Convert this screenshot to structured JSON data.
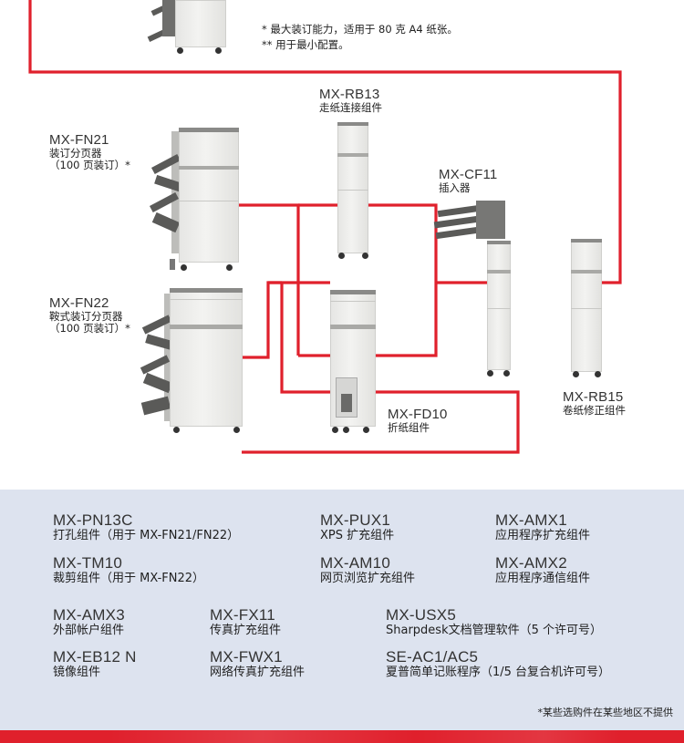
{
  "footnotes": {
    "note1": "* 最大装订能力，适用于 80 克 A4 纸张。",
    "note2": "** 用于最小配置。"
  },
  "devices": {
    "rb13": {
      "model": "MX-RB13",
      "desc": "走纸连接组件"
    },
    "fn21": {
      "model": "MX-FN21",
      "desc": "装订分页器",
      "note": "（100 页装订）*"
    },
    "cf11": {
      "model": "MX-CF11",
      "desc": "插入器"
    },
    "fn22": {
      "model": "MX-FN22",
      "desc": "鞍式装订分页器",
      "note": "（100 页装订）*"
    },
    "fd10": {
      "model": "MX-FD10",
      "desc": "折纸组件"
    },
    "rb15": {
      "model": "MX-RB15",
      "desc": "卷纸修正组件"
    }
  },
  "options": [
    {
      "code": "MX-PN13C",
      "name": "打孔组件（用于 MX-FN21/FN22）"
    },
    {
      "code": "MX-TM10",
      "name": "裁剪组件（用于 MX-FN22）"
    },
    {
      "code": "MX-PUX1",
      "name": "XPS 扩充组件"
    },
    {
      "code": "MX-AM10",
      "name": "网页浏览扩充组件"
    },
    {
      "code": "MX-AMX1",
      "name": "应用程序扩充组件"
    },
    {
      "code": "MX-AMX2",
      "name": "应用程序通信组件"
    },
    {
      "code": "MX-AMX3",
      "name": "外部帐户组件"
    },
    {
      "code": "MX-EB12 N",
      "name": "镜像组件"
    },
    {
      "code": "MX-FX11",
      "name": "传真扩充组件"
    },
    {
      "code": "MX-FWX1",
      "name": "网络传真扩充组件"
    },
    {
      "code": "MX-USX5",
      "name": "Sharpdesk文档管理软件（5 个许可号）"
    },
    {
      "code": "SE-AC1/AC5",
      "name": "夏普简单记账程序（1/5 台复合机许可号）"
    }
  ],
  "disclaimer": "*某些选购件在某些地区不提供",
  "colors": {
    "connector": "#e0202c",
    "panel": "#dde3ef",
    "band": "#e0202c"
  }
}
